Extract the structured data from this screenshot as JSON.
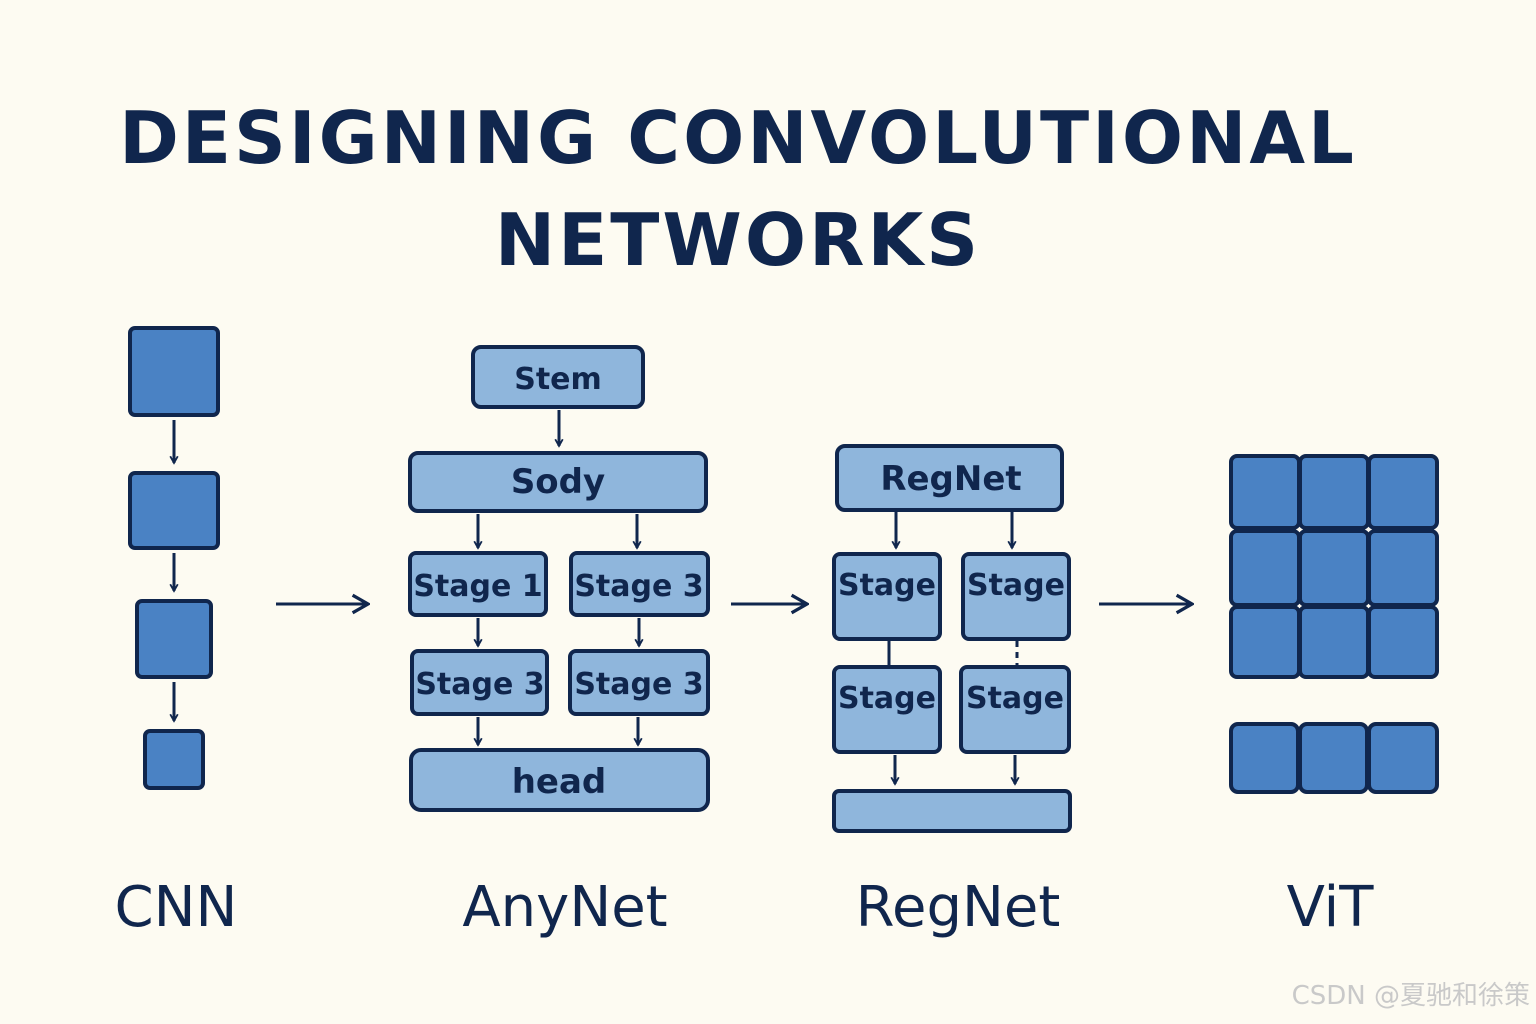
{
  "title": {
    "line1": "DESIGNING CONVOLUTIONAL",
    "line2": "NETWORKS"
  },
  "captions": {
    "cnn": "CNN",
    "anynet": "AnyNet",
    "regnet": "RegNet",
    "vit": "ViT"
  },
  "anynet": {
    "stem": "Stem",
    "body": "Sody",
    "stage_a": "Stage 1",
    "stage_b": "Stage 3",
    "stage_c": "Stage 3",
    "stage_d": "Stage 3",
    "head": "head"
  },
  "regnet": {
    "top": "RegNet",
    "stage_a": "Stage",
    "stage_b": "Stage",
    "stage_c": "Stage",
    "stage_d": "Stage"
  },
  "watermark": "CSDN @夏驰和徐策",
  "colors": {
    "background": "#fdfbf2",
    "dark_block": "#4a82c4",
    "light_block": "#8fb6dc",
    "outline": "#10264d"
  }
}
